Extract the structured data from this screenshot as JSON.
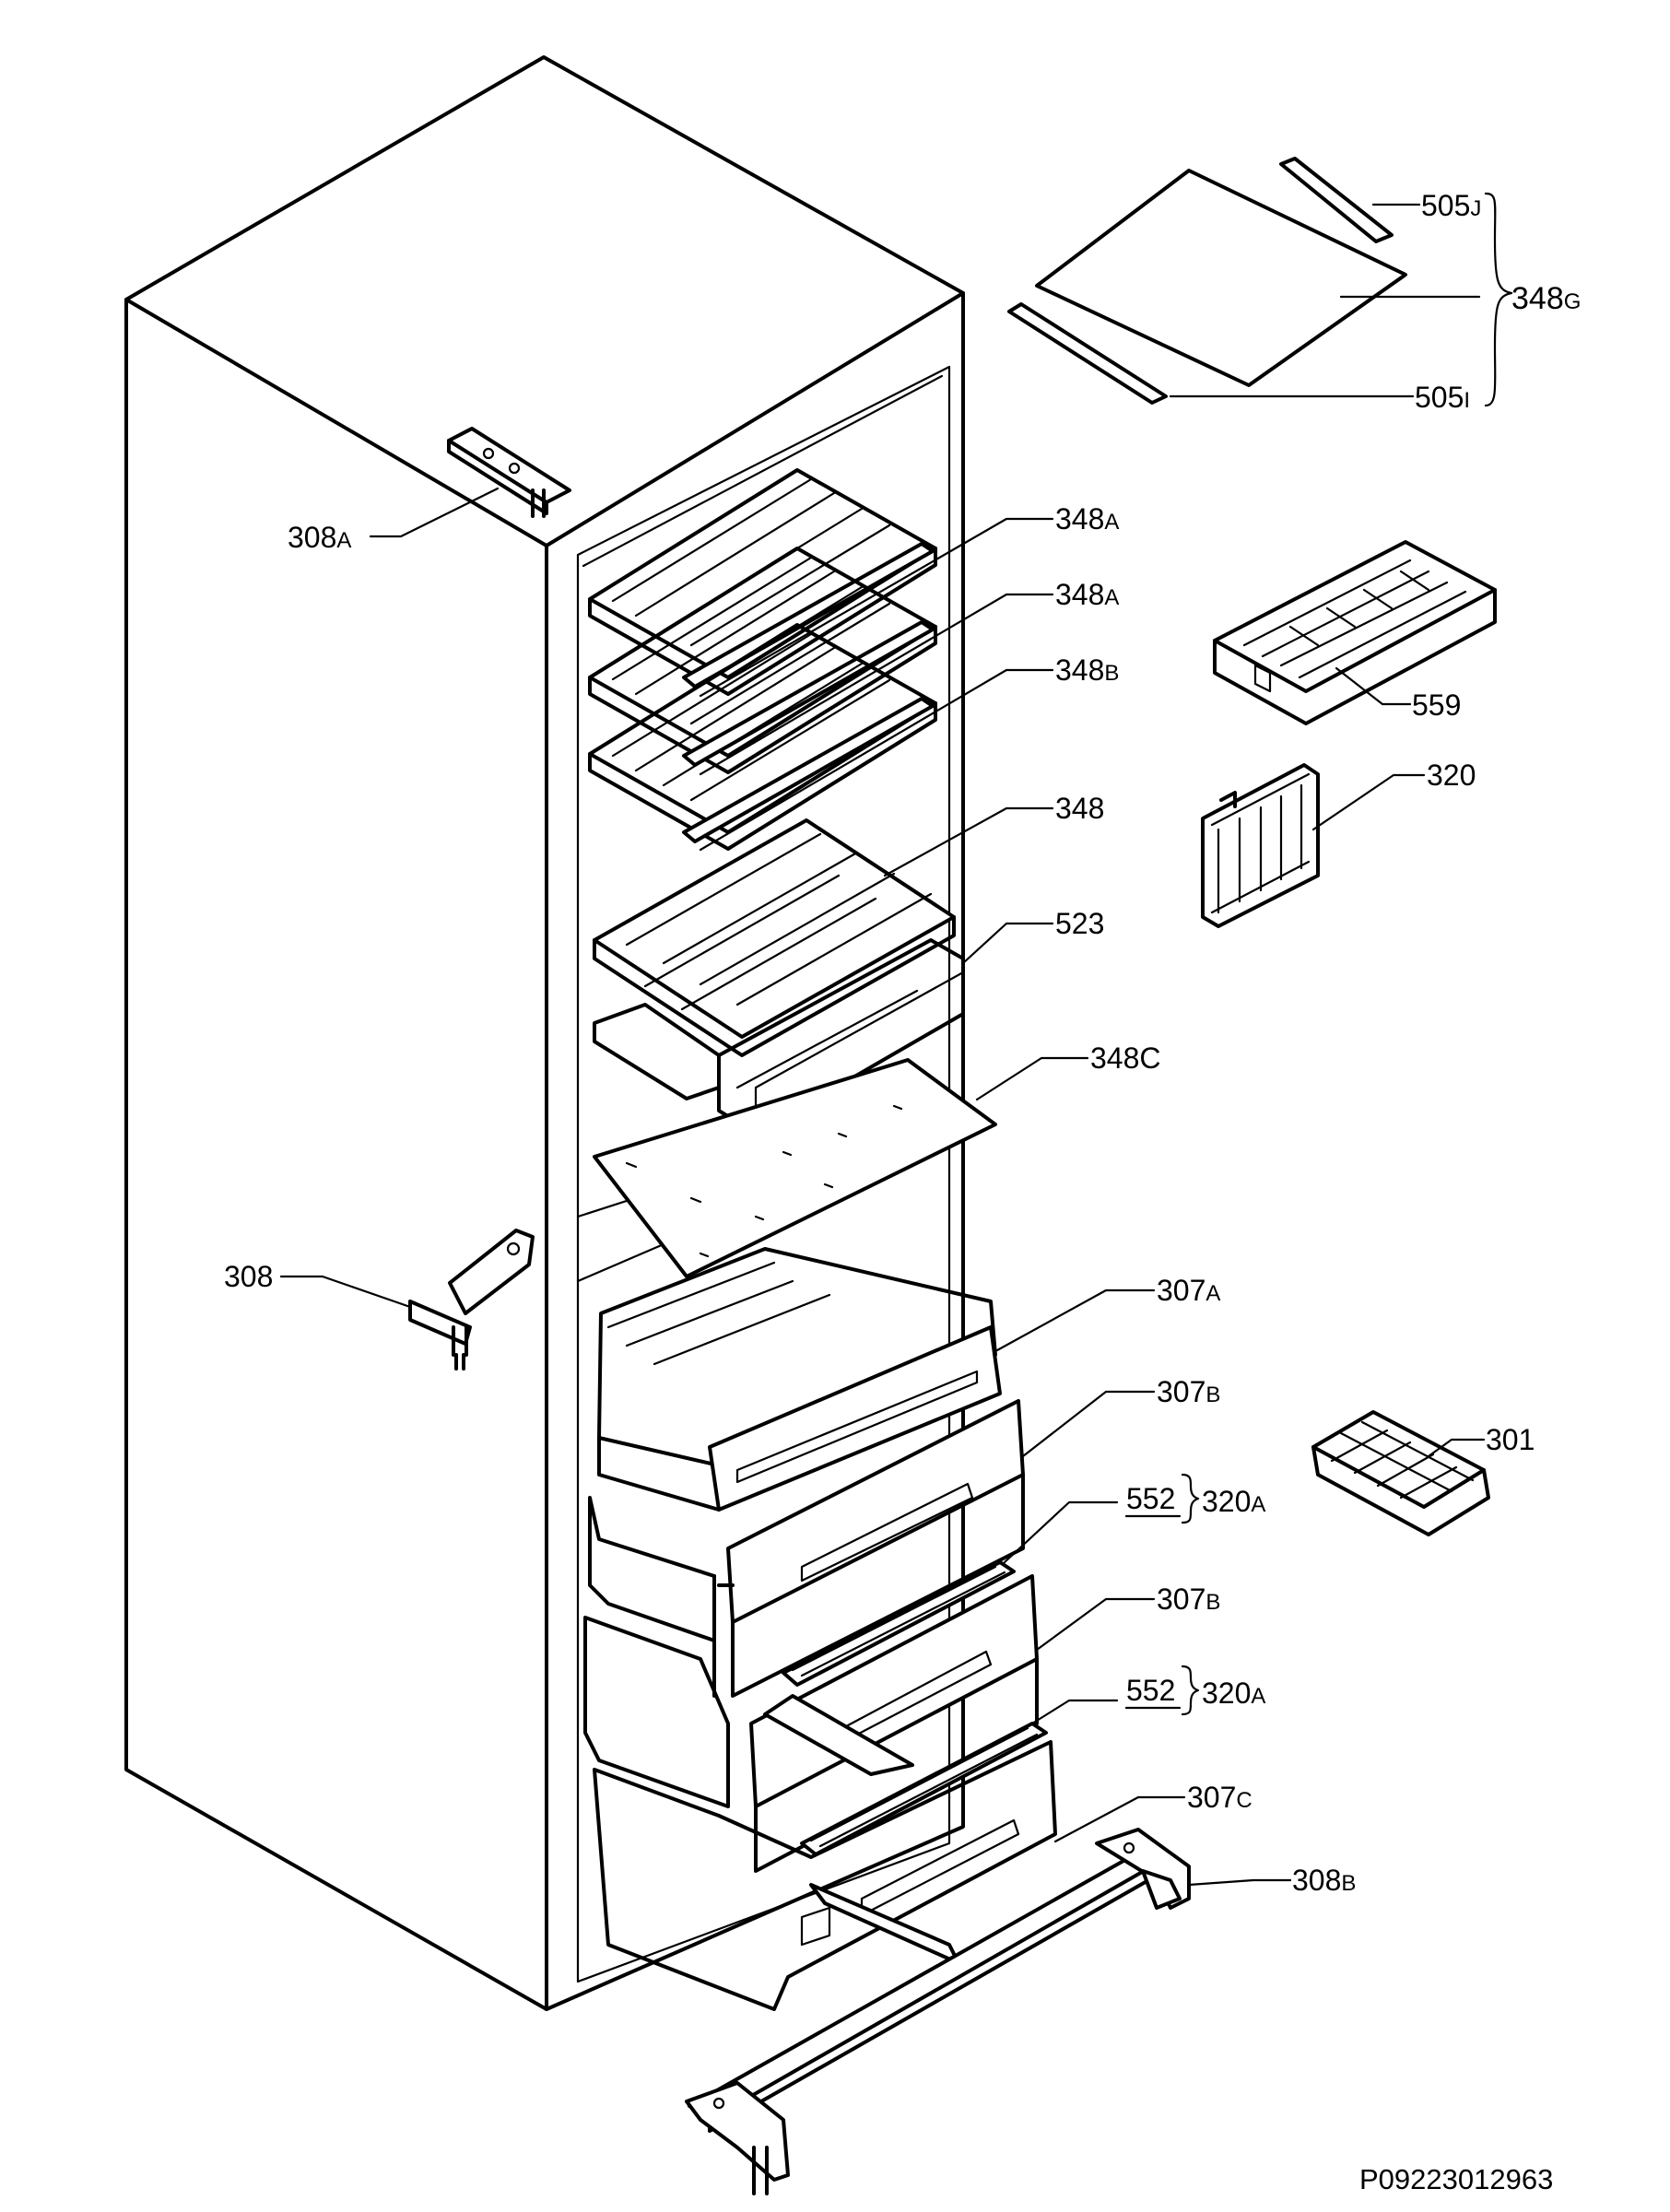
{
  "labels": {
    "l505j": {
      "num": "505",
      "sfx": "J"
    },
    "l348g": {
      "num": "348",
      "sfx": "G"
    },
    "l505i": {
      "num": "505",
      "sfx": "I"
    },
    "l308a": {
      "num": "308",
      "sfx": "A"
    },
    "l348a1": {
      "num": "348",
      "sfx": "A"
    },
    "l348a2": {
      "num": "348",
      "sfx": "A"
    },
    "l348b": {
      "num": "348",
      "sfx": "B"
    },
    "l559": {
      "num": "559",
      "sfx": ""
    },
    "l320": {
      "num": "320",
      "sfx": ""
    },
    "l348": {
      "num": "348",
      "sfx": ""
    },
    "l523": {
      "num": "523",
      "sfx": ""
    },
    "l348c": {
      "num": "348C",
      "sfx": ""
    },
    "l308": {
      "num": "308",
      "sfx": ""
    },
    "l307a": {
      "num": "307",
      "sfx": "A"
    },
    "l307b1": {
      "num": "307",
      "sfx": "B"
    },
    "l301": {
      "num": "301",
      "sfx": ""
    },
    "l552a": {
      "num": "552",
      "sfx": ""
    },
    "l320a1": {
      "num": "320",
      "sfx": "A"
    },
    "l307b2": {
      "num": "307",
      "sfx": "B"
    },
    "l552b": {
      "num": "552",
      "sfx": ""
    },
    "l320a2": {
      "num": "320",
      "sfx": "A"
    },
    "l307c": {
      "num": "307",
      "sfx": "C"
    },
    "l308b": {
      "num": "308",
      "sfx": "B"
    }
  },
  "drawing_code": "P09223012963"
}
